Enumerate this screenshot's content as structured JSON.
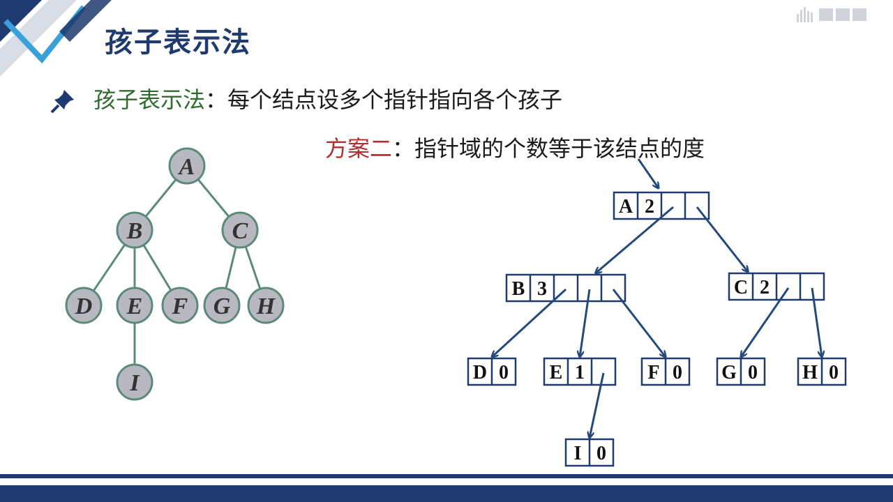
{
  "slide": {
    "title": "孩子表示法",
    "bullet_term": "孩子表示法",
    "bullet_rest": "：每个结点设多个指针指向各个孩子",
    "scheme_term": "方案二",
    "scheme_rest": "：指针域的个数等于该结点的度"
  },
  "colors": {
    "title": "#1f3a6e",
    "term_green": "#2e6b2e",
    "term_red": "#b03030",
    "node_fill": "#b8b8c0",
    "node_stroke": "#5a8a7a",
    "edge": "#5a8a7a",
    "box": "#1f3a6e",
    "arrow": "#244a7c"
  },
  "tree": {
    "nodes": [
      {
        "id": "A",
        "label": "A"
      },
      {
        "id": "B",
        "label": "B"
      },
      {
        "id": "C",
        "label": "C"
      },
      {
        "id": "D",
        "label": "D"
      },
      {
        "id": "E",
        "label": "E"
      },
      {
        "id": "F",
        "label": "F"
      },
      {
        "id": "G",
        "label": "G"
      },
      {
        "id": "H",
        "label": "H"
      },
      {
        "id": "I",
        "label": "I"
      }
    ],
    "edges": [
      [
        "A",
        "B"
      ],
      [
        "A",
        "C"
      ],
      [
        "B",
        "D"
      ],
      [
        "B",
        "E"
      ],
      [
        "B",
        "F"
      ],
      [
        "C",
        "G"
      ],
      [
        "C",
        "H"
      ],
      [
        "E",
        "I"
      ]
    ]
  },
  "structure": {
    "records": [
      {
        "id": "A",
        "data": "A",
        "degree": "2",
        "pointers": 2
      },
      {
        "id": "B",
        "data": "B",
        "degree": "3",
        "pointers": 3
      },
      {
        "id": "C",
        "data": "C",
        "degree": "2",
        "pointers": 2
      },
      {
        "id": "D",
        "data": "D",
        "degree": "0",
        "pointers": 0
      },
      {
        "id": "E",
        "data": "E",
        "degree": "1",
        "pointers": 1
      },
      {
        "id": "F",
        "data": "F",
        "degree": "0",
        "pointers": 0
      },
      {
        "id": "G",
        "data": "G",
        "degree": "0",
        "pointers": 0
      },
      {
        "id": "H",
        "data": "H",
        "degree": "0",
        "pointers": 0
      },
      {
        "id": "I",
        "data": "I",
        "degree": "0",
        "pointers": 0
      }
    ],
    "links": [
      [
        "A",
        0,
        "B"
      ],
      [
        "A",
        1,
        "C"
      ],
      [
        "B",
        0,
        "D"
      ],
      [
        "B",
        1,
        "E"
      ],
      [
        "B",
        2,
        "F"
      ],
      [
        "C",
        0,
        "G"
      ],
      [
        "C",
        1,
        "H"
      ],
      [
        "E",
        0,
        "I"
      ]
    ]
  }
}
